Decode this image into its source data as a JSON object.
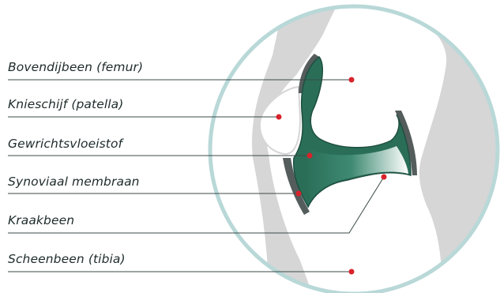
{
  "diagram": {
    "labels": [
      {
        "id": "femur",
        "text": "Bovendijbeen (femur)"
      },
      {
        "id": "patella",
        "text": "Knieschijf (patella)"
      },
      {
        "id": "fluid",
        "text": "Gewrichtsvloeistof"
      },
      {
        "id": "membrane",
        "text": "Synoviaal membraan"
      },
      {
        "id": "cartilage",
        "text": "Kraakbeen"
      },
      {
        "id": "tibia",
        "text": "Scheenbeen (tibia)"
      }
    ],
    "colors": {
      "circle_ring": "#b9d8d8",
      "bone_shadow": "#d6d6d6",
      "membrane": "#2a6e58",
      "membrane_edge": "#1f4f40",
      "cartilage_dark": "#555c5c",
      "leader_line": "#3b4a48",
      "marker": "#d8232a"
    }
  }
}
